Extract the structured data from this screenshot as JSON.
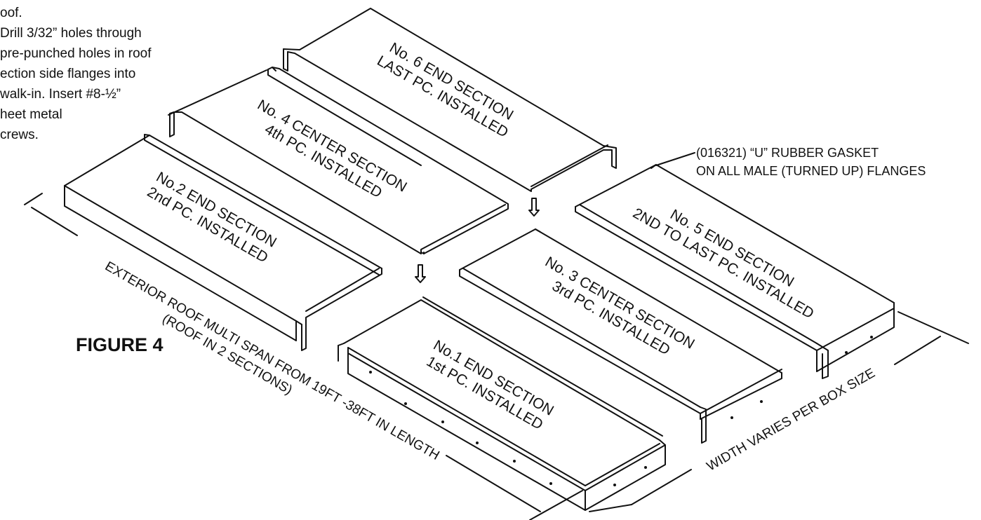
{
  "figure_title": "FIGURE 4",
  "instructions": [
    "oof.",
    "Drill 3/32” holes through",
    "pre-punched holes in roof",
    "ection side flanges into",
    "walk-in.  Insert #8-½”",
    "heet metal",
    "crews."
  ],
  "sections": [
    {
      "line1": "No.1 END SECTION",
      "line2": "1st PC. INSTALLED"
    },
    {
      "line1": "No.2 END SECTION",
      "line2": "2nd PC. INSTALLED"
    },
    {
      "line1": "No. 3 CENTER SECTION",
      "line2": "3rd PC. INSTALLED"
    },
    {
      "line1": "No. 4 CENTER SECTION",
      "line2": "4th PC. INSTALLED"
    },
    {
      "line1": "No. 5 END SECTION",
      "line2": "2ND TO LAST PC. INSTALLED"
    },
    {
      "line1": "No. 6 END SECTION",
      "line2": "LAST PC. INSTALLED"
    }
  ],
  "gasket_note": {
    "line1": "(016321) “U” RUBBER GASKET",
    "line2": "ON ALL MALE (TURNED UP) FLANGES"
  },
  "length_dimension": {
    "line1": "EXTERIOR ROOF MULTI SPAN FROM 19FT -38FT IN LENGTH",
    "line2": "(ROOF IN 2 SECTIONS)"
  },
  "width_dimension": "WIDTH VARIES PER BOX SIZE"
}
